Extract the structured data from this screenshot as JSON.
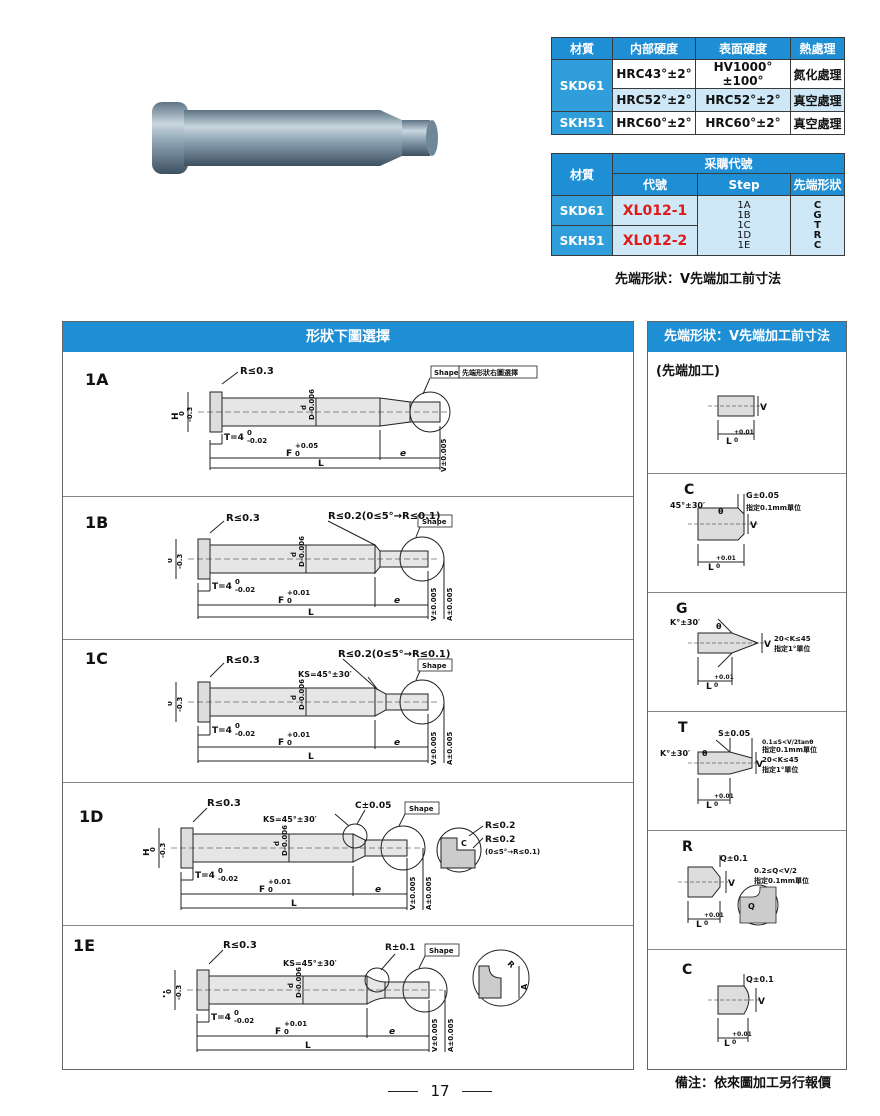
{
  "table1": {
    "headers": [
      "材質",
      "内部硬度",
      "表面硬度",
      "熱處理"
    ],
    "rows": [
      {
        "material": "SKD61",
        "inner": "HRC43°±2°",
        "surface": "HV1000°±100°",
        "treat": "氮化處理"
      },
      {
        "material": "",
        "inner": "HRC52°±2°",
        "surface": "HRC52°±2°",
        "treat": "真空處理"
      },
      {
        "material": "SKH51",
        "inner": "HRC60°±2°",
        "surface": "HRC60°±2°",
        "treat": "真空處理"
      }
    ]
  },
  "table2": {
    "material_header": "材質",
    "group_header": "采購代號",
    "sub_headers": [
      "代號",
      "Step",
      "先端形狀"
    ],
    "rows": [
      {
        "material": "SKD61",
        "code": "XL012-1"
      },
      {
        "material": "SKH51",
        "code": "XL012-2"
      }
    ],
    "steps": [
      "1A",
      "1B",
      "1C",
      "1D",
      "1E"
    ],
    "shapes": [
      "C",
      "G",
      "T",
      "R",
      "C"
    ]
  },
  "caption": "先端形狀：V先端加工前寸法",
  "left_panel": {
    "title": "形狀下圖選擇",
    "sections": [
      "1A",
      "1B",
      "1C",
      "1D",
      "1E"
    ],
    "shape_box": "Shape",
    "shape_note": "先端形狀右圖選擇",
    "dims": {
      "r": "R≤0.3",
      "h": "H",
      "h_tol_top": "0",
      "h_tol_bot": "-0.3",
      "t": "T=4",
      "t_tol_top": "0",
      "t_tol_bot": "-0.02",
      "f": "F",
      "f_tol_top": "+0.05",
      "f_tol_bot": "0",
      "f_tol_top2": "+0.01",
      "l": "L",
      "e": "e",
      "v": "V±0.005",
      "a": "A±0.005",
      "d": "d",
      "dd": "D-0.006",
      "r02": "R≤0.2(0≤5°→R≤0.1)",
      "ks": "KS=45°±30′",
      "c005": "C±0.05",
      "r02a": "R≤0.2",
      "r02b": "R≤0.2",
      "r02c": "(0≤5°→R≤0.1)",
      "r01": "R±0.1",
      "c_small": "C",
      "r_small": "R",
      "a_small": "A"
    }
  },
  "right_panel": {
    "title": "先端形狀：V先端加工前寸法",
    "sub": "(先端加工)",
    "shapes": [
      {
        "key": "C",
        "l1": "G±0.05",
        "l2": "指定0.1mm單位",
        "angle": "45°±30′",
        "th": "θ"
      },
      {
        "key": "G",
        "l1": "20<K≤45",
        "l2": "指定1°單位",
        "angle": "K°±30′",
        "th": "θ"
      },
      {
        "key": "T",
        "l0": "S±0.05",
        "l1": "0.1≤S<V/2tanθ",
        "l2": "指定0.1mm單位",
        "l3": "20<K≤45",
        "l4": "指定1°單位",
        "angle": "K°±30′",
        "th": "θ"
      },
      {
        "key": "R",
        "l0": "Q±0.1",
        "l1": "0.2≤Q<V/2",
        "l2": "指定0.1mm單位",
        "q": "Q"
      },
      {
        "key": "C",
        "l0": "Q±0.1"
      }
    ],
    "v": "V",
    "lz": "L",
    "lz_top": "+0.01",
    "lz_bot": "0"
  },
  "note": "備注：依來圖加工另行報價",
  "page_number": "17"
}
